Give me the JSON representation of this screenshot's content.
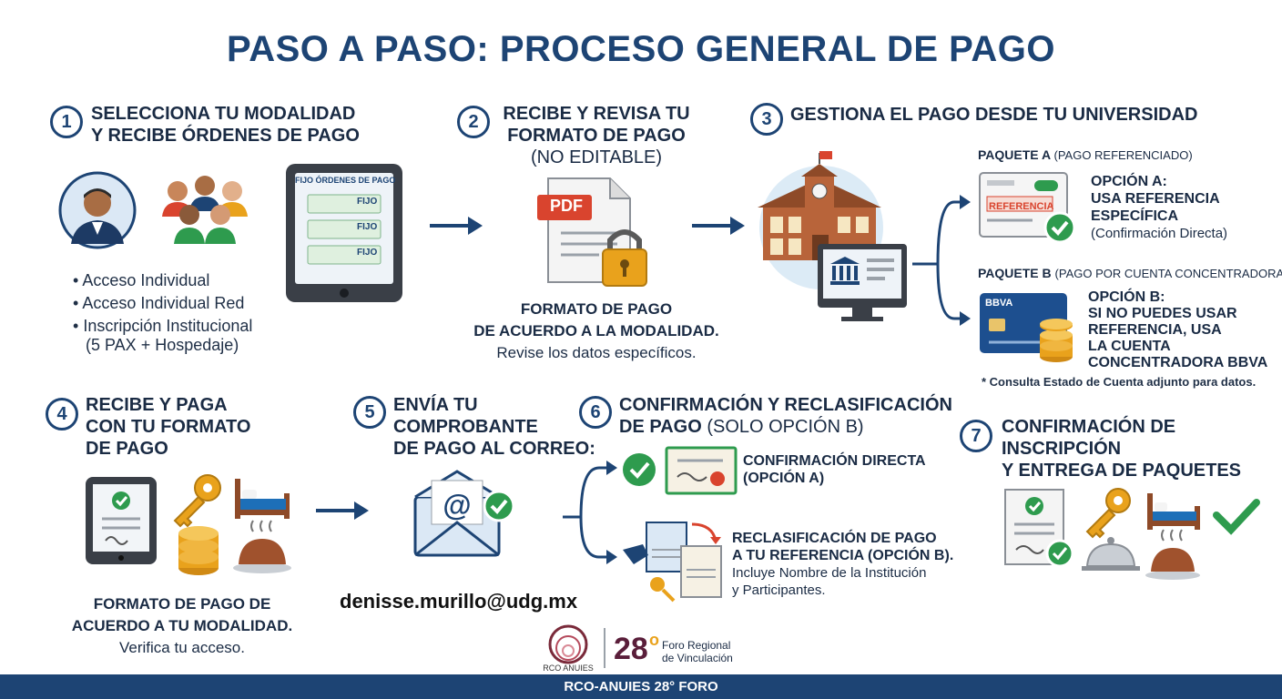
{
  "title": "PASO A PASO: PROCESO GENERAL DE PAGO",
  "step1": {
    "number": "1",
    "heading_line1": "SELECCIONA TU MODALIDAD",
    "heading_line2": "Y RECIBE ÓRDENES DE PAGO",
    "tablet_title": "FIJO ÓRDENES DE PAGO",
    "tablet_rows": [
      "FIJO",
      "FIJO",
      "FIJO"
    ],
    "bullets": [
      "Acceso Individual",
      "Acceso Individual Red",
      "Inscripción Institucional"
    ],
    "bullet_note": "(5 PAX + Hospedaje)"
  },
  "step2": {
    "number": "2",
    "heading_line1": "RECIBE Y REVISA TU",
    "heading_line2": "FORMATO DE PAGO",
    "subheading": "(NO EDITABLE)",
    "pdf_label": "PDF",
    "caption_line1": "FORMATO DE PAGO",
    "caption_line2": "DE ACUERDO A LA MODALIDAD.",
    "caption_line3": "Revise los datos específicos."
  },
  "step3": {
    "number": "3",
    "heading": "GESTIONA EL PAGO DESDE TU UNIVERSIDAD",
    "paquete_a_bold": "PAQUETE A",
    "paquete_a_rest": "(PAGO REFERENCIADO)",
    "referencia_label": "REFERENCIA",
    "opcion_a": [
      "OPCIÓN A:",
      "USA REFERENCIA",
      "ESPECÍFICA"
    ],
    "opcion_a_sub": "(Confirmación Directa)",
    "paquete_b_bold": "PAQUETE B",
    "paquete_b_rest": "(PAGO POR CUENTA CONCENTRADORA)",
    "bbva_label": "BBVA",
    "opcion_b": [
      "OPCIÓN B:",
      "SI NO PUEDES USAR",
      "REFERENCIA, USA",
      "LA CUENTA",
      "CONCENTRADORA BBVA"
    ],
    "footnote": "* Consulta Estado de Cuenta adjunto para datos."
  },
  "step4": {
    "number": "4",
    "heading_line1": "RECIBE Y PAGA",
    "heading_line2": "CON TU FORMATO",
    "heading_line3": "DE PAGO",
    "caption_line1": "FORMATO DE PAGO DE",
    "caption_line2": "ACUERDO A TU MODALIDAD.",
    "caption_line3": "Verifica tu acceso."
  },
  "step5": {
    "number": "5",
    "heading_line1": "ENVÍA TU",
    "heading_line2": "COMPROBANTE",
    "heading_line3": "DE PAGO AL CORREO:",
    "email": "denisse.murillo@udg.mx"
  },
  "step6": {
    "number": "6",
    "heading_line1": "CONFIRMACIÓN Y RECLASIFICACIÓN",
    "heading_line2_bold": "DE PAGO",
    "heading_line2_rest": "(SOLO OPCIÓN B)",
    "confirm_line1": "CONFIRMACIÓN DIRECTA",
    "confirm_line2": "(OPCIÓN A)",
    "reclass_line1": "RECLASIFICACIÓN DE PAGO",
    "reclass_line2": "A TU REFERENCIA (OPCIÓN B).",
    "reclass_line3": "Incluye Nombre de la Institución",
    "reclass_line4": "y Participantes."
  },
  "step7": {
    "number": "7",
    "heading_line1": "CONFIRMACIÓN DE",
    "heading_line2": "INSCRIPCIÓN",
    "heading_line3": "Y ENTREGA DE PAQUETES"
  },
  "logo": {
    "rco_text": "RCO ANUIES",
    "number": "28",
    "ordinal": "o",
    "line1": "Foro Regional",
    "line2": "de Vinculación"
  },
  "footer": "RCO-ANUIES 28° FORO",
  "colors": {
    "navy": "#1d4474",
    "green": "#2e9b4e",
    "orange": "#e9a21c",
    "red": "#d9442e"
  }
}
